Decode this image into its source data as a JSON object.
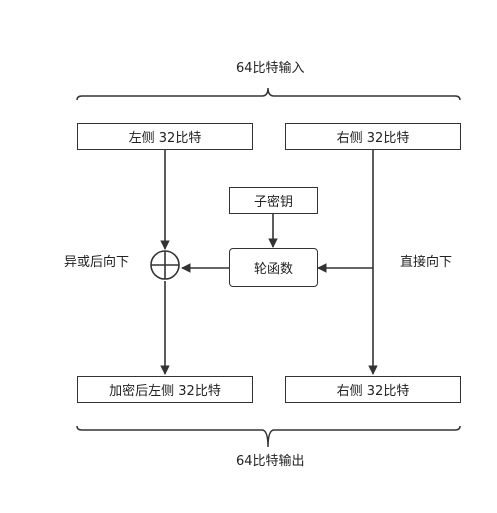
{
  "diagram": {
    "top_label": "64比特输入",
    "bottom_label": "64比特输出",
    "boxes": {
      "left_in": "左侧 32比特",
      "right_in": "右侧 32比特",
      "subkey": "子密钥",
      "round_function": "轮函数",
      "left_out": "加密后左侧 32比特",
      "right_out": "右侧 32比特"
    },
    "side_labels": {
      "xor_down": "异或后向下",
      "straight_down": "直接向下"
    }
  }
}
